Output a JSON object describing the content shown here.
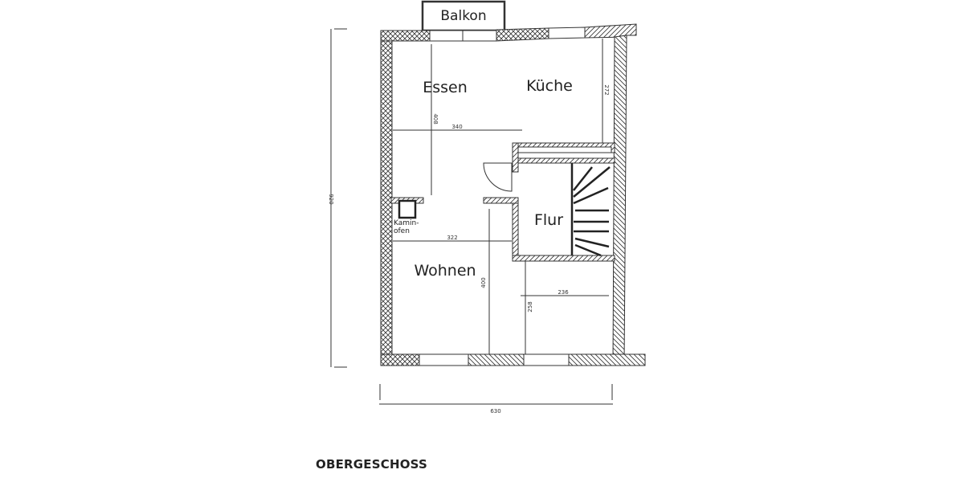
{
  "plan": {
    "title": "OBERGESCHOSS",
    "rooms": {
      "balkon": "Balkon",
      "essen": "Essen",
      "kueche": "Küche",
      "flur": "Flur",
      "wohnen": "Wohnen",
      "kaminofen_line1": "Kamin-",
      "kaminofen_line2": "ofen"
    },
    "dimensions": {
      "total_height": "920",
      "total_width": "630",
      "essen_width": "340",
      "essen_height": "408",
      "kueche_height": "272",
      "wohnen_width": "322",
      "wohnen_height": "400",
      "lower_right_width": "236",
      "lower_right_height": "258"
    }
  }
}
